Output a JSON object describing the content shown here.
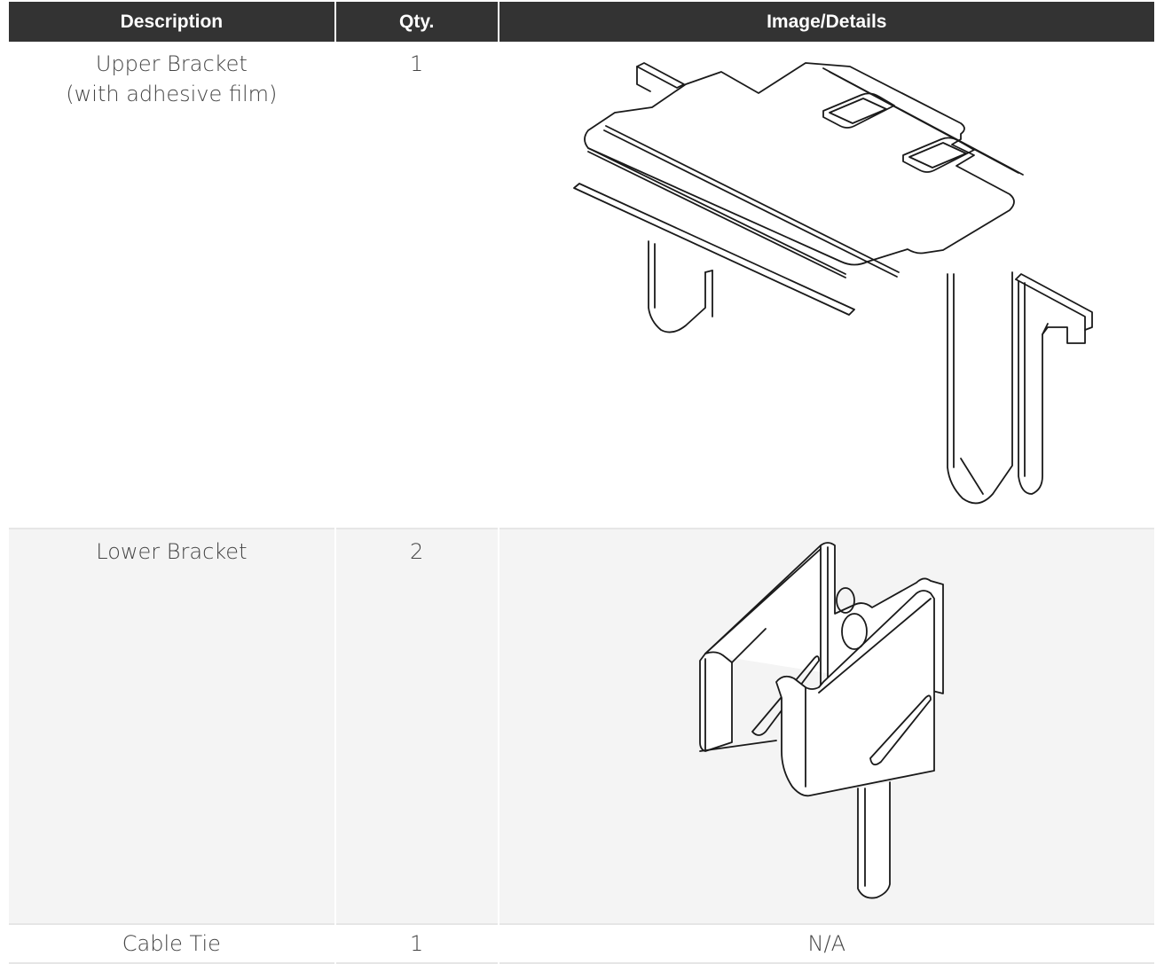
{
  "table": {
    "headers": {
      "description": "Description",
      "qty": "Qty.",
      "image": "Image/Details"
    },
    "rows": [
      {
        "description_line1": "Upper Bracket",
        "description_line2": "(with adhesive film)",
        "qty": "1",
        "image": "upper-bracket-drawing"
      },
      {
        "description_line1": "Lower Bracket",
        "qty": "2",
        "image": "lower-bracket-drawing"
      },
      {
        "description_line1": "Cable Tie",
        "qty": "1",
        "details": "N/A"
      }
    ]
  },
  "colors": {
    "header_bg": "#333333",
    "header_text": "#ffffff",
    "row_alt_bg": "#f4f4f4",
    "body_text": "#444444"
  }
}
